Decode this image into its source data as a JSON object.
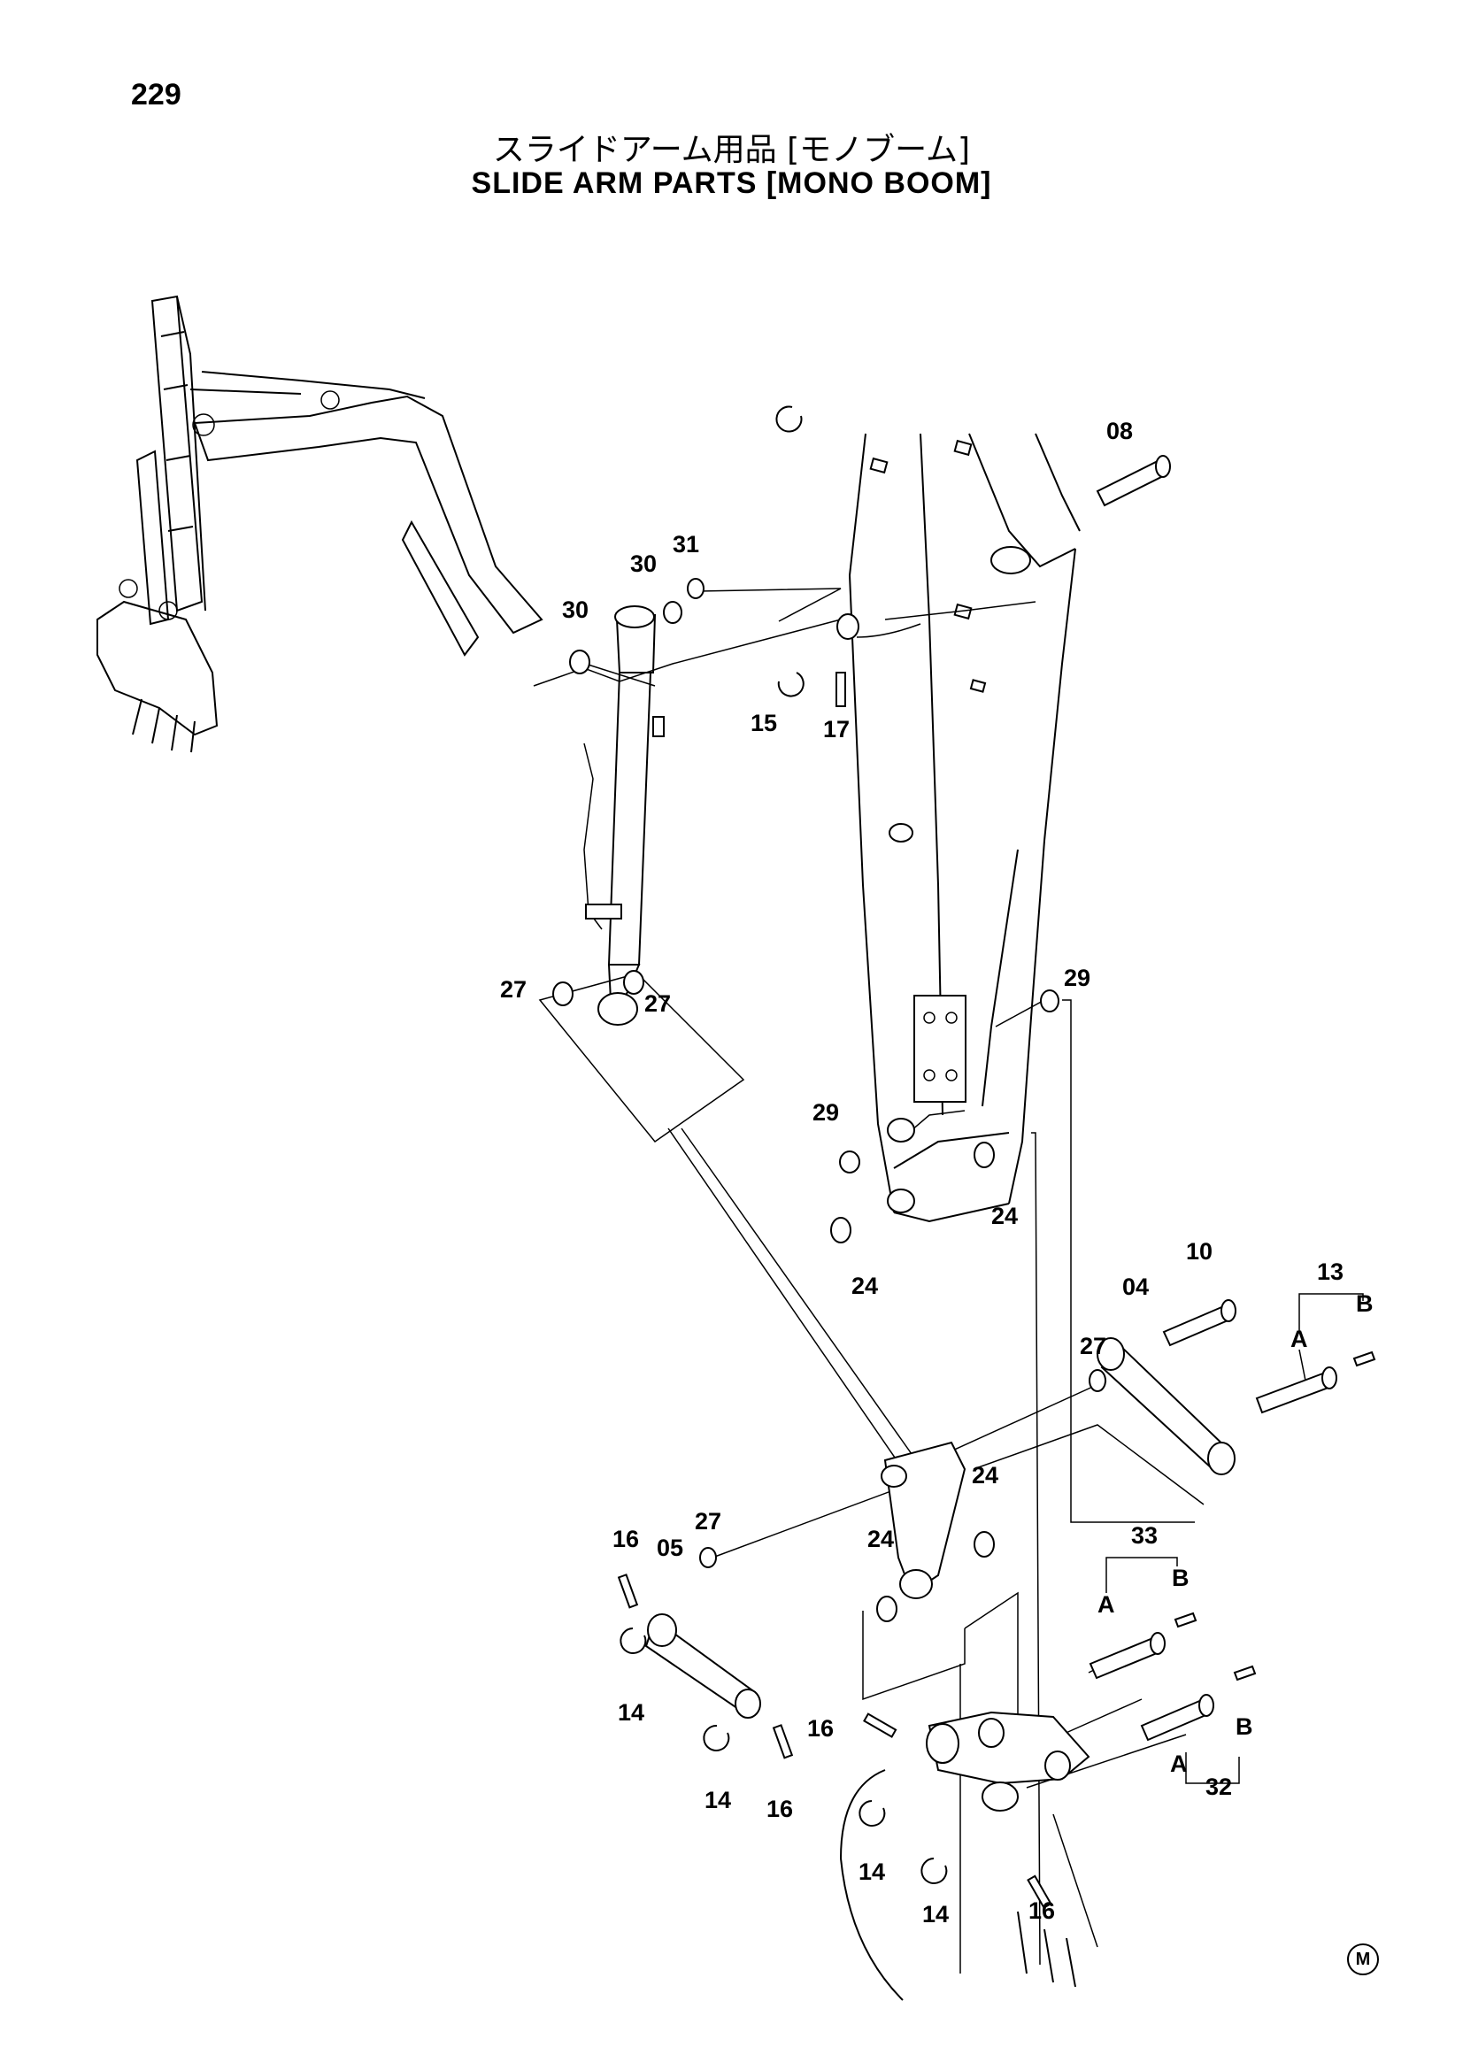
{
  "page": {
    "number": "229",
    "title_jp": "スライドアーム用品 [モノブーム]",
    "title_en": "SLIDE ARM PARTS [MONO BOOM]",
    "maker_mark": "M"
  },
  "callouts": [
    "08",
    "30",
    "31",
    "30",
    "15",
    "17",
    "27",
    "27",
    "29",
    "29",
    "24",
    "24",
    "10",
    "13",
    "04",
    "27",
    "A",
    "B",
    "24",
    "24",
    "16",
    "05",
    "27",
    "33",
    "B",
    "A",
    "14",
    "16",
    "14",
    "16",
    "B",
    "A",
    "32",
    "14",
    "14",
    "16"
  ]
}
